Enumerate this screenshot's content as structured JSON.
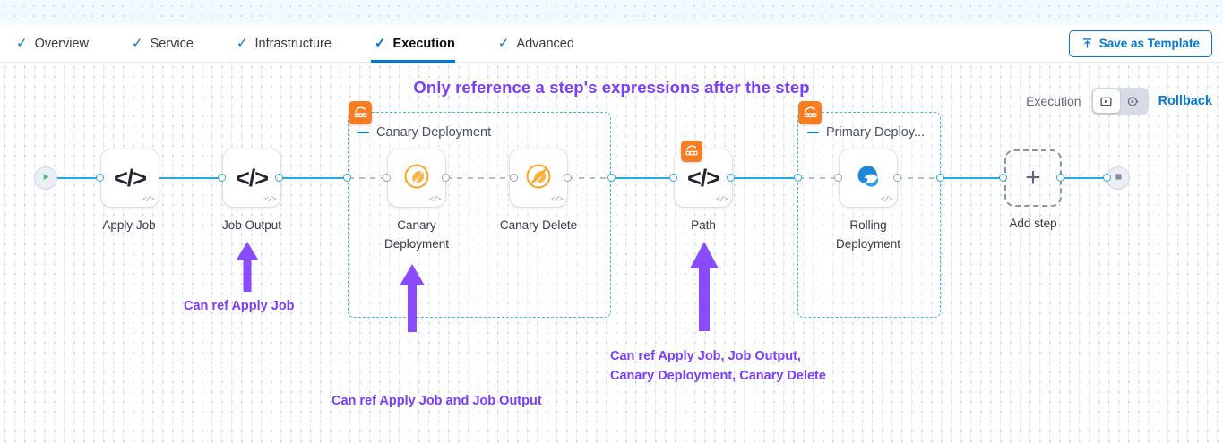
{
  "header": {
    "tabs": [
      {
        "label": "Overview",
        "active": false,
        "icon": "check-icon"
      },
      {
        "label": "Service",
        "active": false,
        "icon": "check-icon"
      },
      {
        "label": "Infrastructure",
        "active": false,
        "icon": "check-icon"
      },
      {
        "label": "Execution",
        "active": true,
        "icon": "check-icon"
      },
      {
        "label": "Advanced",
        "active": false,
        "icon": "check-icon"
      }
    ],
    "save_template_label": "Save as Template",
    "save_template_icon": "upload-icon"
  },
  "banner": {
    "title": "Only reference a step's expressions after the step"
  },
  "toolbar": {
    "execution_label": "Execution",
    "rollback_label": "Rollback",
    "toggle": [
      {
        "name": "execution-mode-icon",
        "selected": true
      },
      {
        "name": "rollback-mode-icon",
        "selected": false
      }
    ]
  },
  "graph": {
    "start_node": {
      "name": "start-node",
      "icon": "play-icon"
    },
    "end_node": {
      "name": "end-node",
      "icon": "stop-icon"
    },
    "nodes": [
      {
        "id": "apply-job",
        "label": "Apply Job",
        "icon": "code-icon",
        "badge": "</>"
      },
      {
        "id": "job-output",
        "label": "Job Output",
        "icon": "code-icon",
        "badge": "</>"
      },
      {
        "id": "canary-deployment",
        "label": "Canary\nDeployment",
        "icon": "canary-bird-icon",
        "badge": "</>"
      },
      {
        "id": "canary-delete",
        "label": "Canary Delete",
        "icon": "canary-bird-delete-icon",
        "badge": "</>"
      },
      {
        "id": "path",
        "label": "Path",
        "icon": "code-icon",
        "badge": "</>"
      },
      {
        "id": "rolling-deployment",
        "label": "Rolling\nDeployment",
        "icon": "rolling-deploy-icon",
        "badge": "</>"
      }
    ],
    "groups": [
      {
        "id": "canary-deployment-group",
        "label": "Canary Deployment",
        "icon": "step-group-icon"
      },
      {
        "id": "primary-deployment-group",
        "label": "Primary Deploy...",
        "icon": "step-group-icon"
      }
    ],
    "add_step": {
      "label": "Add step",
      "icon": "plus-icon"
    }
  },
  "annotations": [
    {
      "id": "anno-job-output",
      "text": "Can ref Apply Job"
    },
    {
      "id": "anno-canary-deployment",
      "text": "Can ref Apply Job and Job Output"
    },
    {
      "id": "anno-path",
      "text": "Can ref Apply Job, Job Output,\nCanary Deployment, Canary Delete"
    }
  ],
  "colors": {
    "accent_blue": "#0278d5",
    "rail_blue": "#2ba7e8",
    "annotation_purple": "#7c3dfa",
    "group_orange": "#f97d20",
    "group_border": "#49b3e8"
  }
}
